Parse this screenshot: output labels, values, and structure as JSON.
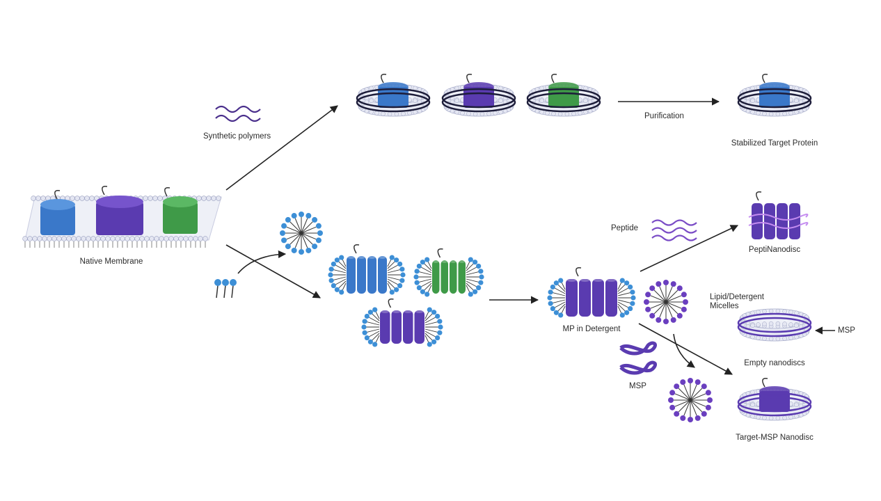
{
  "labels": {
    "synthetic_polymers": "Synthetic polymers",
    "purification": "Purification",
    "stabilized_target_protein": "Stabilized Target Protein",
    "native_membrane": "Native Membrane",
    "peptide": "Peptide",
    "peptinanodisc": "PeptiNanodisc",
    "lipid_detergent_micelles": "Lipid/Detergent Micelles",
    "mp_in_detergent": "MP in Detergent",
    "msp_right": "MSP",
    "empty_nanodiscs": "Empty nanodiscs",
    "msp_left": "MSP",
    "target_msp_nanodisc": "Target-MSP Nanodisc"
  },
  "colors": {
    "blue": "#3a78c9",
    "purple": "#5a3bb0",
    "green": "#3f9a48",
    "lipid_head": "#e4e6f2",
    "detergent_head": "#3d8fd6",
    "micelle_purple": "#6a3fbf",
    "arrow": "#222222"
  }
}
